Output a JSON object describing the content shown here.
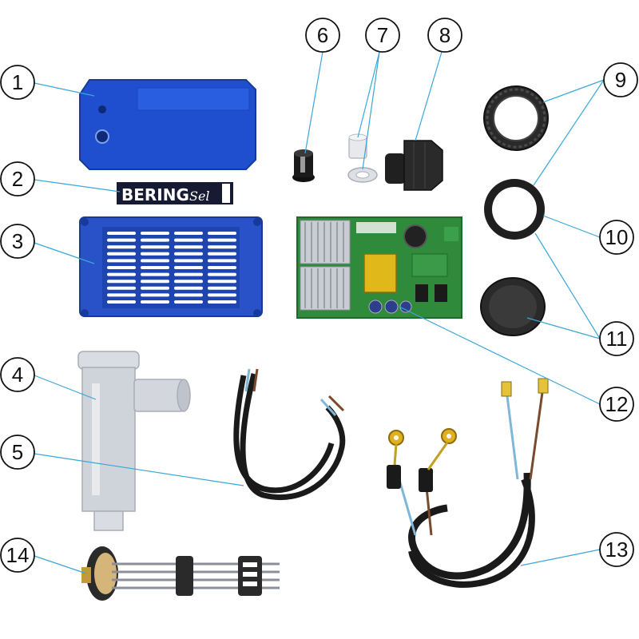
{
  "diagram": {
    "callouts": [
      "1",
      "2",
      "3",
      "4",
      "5",
      "6",
      "7",
      "8",
      "9",
      "10",
      "11",
      "12",
      "13",
      "14"
    ],
    "label_text": {
      "brand_main": "BERING",
      "brand_script": "Sel"
    },
    "colors": {
      "leader_line": "#3aa7d8",
      "cover_blue": "#1f4fcf",
      "grille_blue": "#2a52c8",
      "pcb_green": "#2f8a3c",
      "heatsink": "#c9ccd2",
      "cable_black": "#1a1a1a",
      "wire_brown": "#7a4a2e",
      "wire_blue": "#7fb7d9",
      "chamber_clear": "#cfd3da"
    }
  }
}
